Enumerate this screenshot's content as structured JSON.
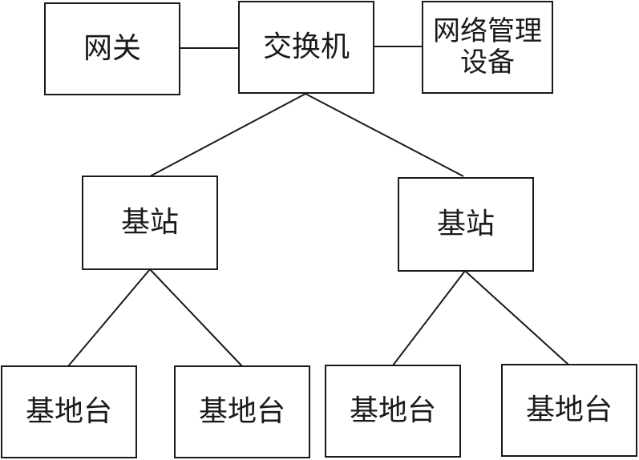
{
  "diagram": {
    "nodes": {
      "gateway": "网关",
      "switch": "交换机",
      "network_mgmt": "网络管理\n设备",
      "base_station_left": "基站",
      "base_station_right": "基站",
      "terminal_1": "基地台",
      "terminal_2": "基地台",
      "terminal_3": "基地台",
      "terminal_4": "基地台"
    },
    "edges": [
      [
        "gateway",
        "switch"
      ],
      [
        "switch",
        "network_mgmt"
      ],
      [
        "switch",
        "base_station_left"
      ],
      [
        "switch",
        "base_station_right"
      ],
      [
        "base_station_left",
        "terminal_1"
      ],
      [
        "base_station_left",
        "terminal_2"
      ],
      [
        "base_station_right",
        "terminal_3"
      ],
      [
        "base_station_right",
        "terminal_4"
      ]
    ],
    "line_color": "#1a1a1a"
  }
}
